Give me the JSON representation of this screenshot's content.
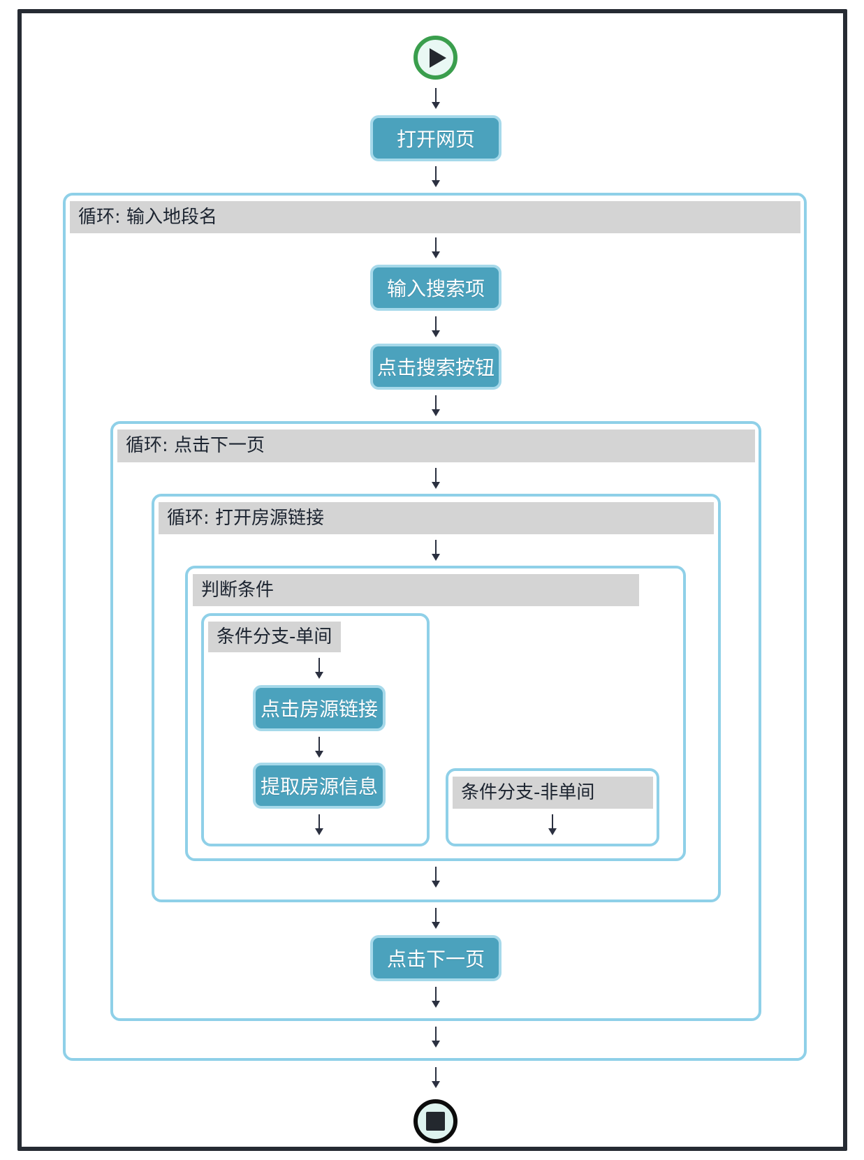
{
  "nodes": {
    "open_webpage": "打开网页",
    "input_search_term": "输入搜索项",
    "click_search_button": "点击搜索按钮",
    "click_listing_link": "点击房源链接",
    "extract_listing_info": "提取房源信息",
    "click_next_page": "点击下一页"
  },
  "containers": {
    "loop_input_location": "循环: 输入地段名",
    "loop_click_next_page": "循环: 点击下一页",
    "loop_open_listing_link": "循环: 打开房源链接",
    "condition": "判断条件",
    "branch_single_room": "条件分支-单间",
    "branch_not_single_room": "条件分支-非单间"
  },
  "icons": {
    "start": "play-icon",
    "end": "stop-icon"
  },
  "colors": {
    "outer_border": "#262b33",
    "container_border": "#8fd0e8",
    "header_bg": "#d4d4d4",
    "header_text": "#1c2430",
    "node_bg": "#4ba2bd",
    "node_border": "#a6d9ea",
    "node_text": "#ffffff",
    "arrow": "#2b3040",
    "start_ring": "#3a9e4d",
    "end_ring": "#0c0c0c"
  }
}
